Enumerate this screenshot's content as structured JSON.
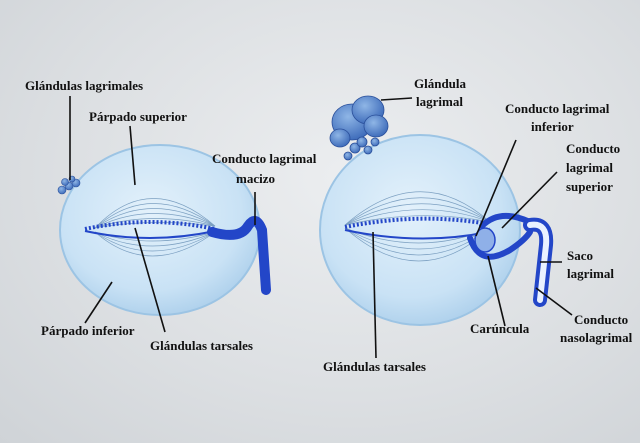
{
  "left_figure": {
    "labels": {
      "lacrimal_glands": "Glándulas lagrimales",
      "upper_eyelid": "Párpado superior",
      "solid_duct_line1": "Conducto lagrimal",
      "solid_duct_line2": "macizo",
      "lower_eyelid": "Párpado inferior",
      "tarsal_glands": "Glándulas tarsales"
    }
  },
  "right_figure": {
    "labels": {
      "lacrimal_gland_line1": "Glándula",
      "lacrimal_gland_line2": "lagrimal",
      "inferior_duct_line1": "Conducto lagrimal",
      "inferior_duct_line2": "inferior",
      "superior_duct_line1": "Conducto",
      "superior_duct_line2": "lagrimal",
      "superior_duct_line3": "superior",
      "sac_line1": "Saco",
      "sac_line2": "lagrimal",
      "nasolacrimal_line1": "Conducto",
      "nasolacrimal_line2": "nasolagrimal",
      "caruncle": "Carúncula",
      "tarsal_glands": "Glándulas tarsales"
    }
  },
  "colors": {
    "eyeball_fill": "#cfe6f7",
    "eyeball_edge": "#9cc4e4",
    "duct_blue": "#2346c8",
    "gland_blue": "#4c7fc9",
    "text": "#111111"
  }
}
